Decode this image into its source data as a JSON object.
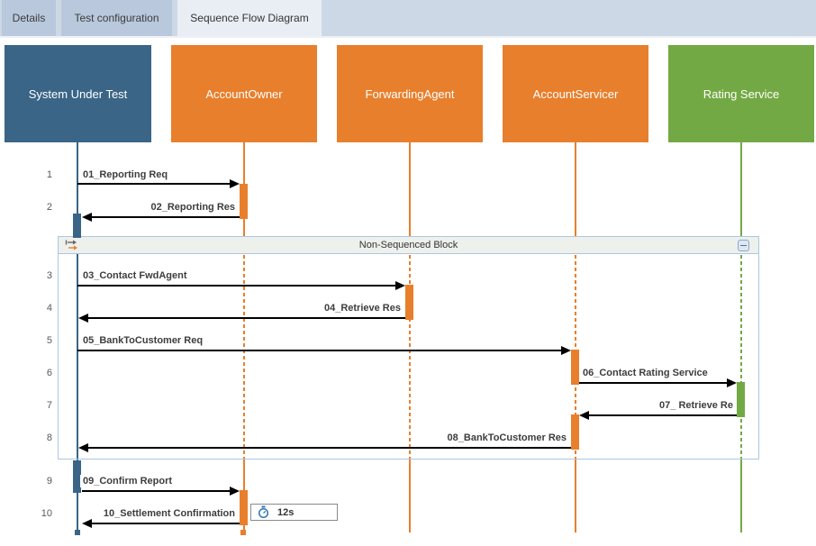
{
  "tabs": {
    "items": [
      {
        "label": "Details",
        "active": false
      },
      {
        "label": "Test configuration",
        "active": false
      },
      {
        "label": "Sequence Flow Diagram",
        "active": true
      }
    ]
  },
  "participants": [
    {
      "name": "System Under Test",
      "color": "#3a6587"
    },
    {
      "name": "AccountOwner",
      "color": "#e87f2c"
    },
    {
      "name": "ForwardingAgent",
      "color": "#e87f2c"
    },
    {
      "name": "AccountServicer",
      "color": "#e87f2c"
    },
    {
      "name": "Rating Service",
      "color": "#73a944"
    }
  ],
  "block": {
    "title": "Non-Sequenced Block",
    "icon": "non-sequenced-arrows-icon",
    "collapse_icon": "minus-box"
  },
  "messages": [
    {
      "row": "1",
      "label": "01_Reporting Req",
      "from": "System Under Test",
      "to": "AccountOwner"
    },
    {
      "row": "2",
      "label": "02_Reporting Res",
      "from": "AccountOwner",
      "to": "System Under Test"
    },
    {
      "row": "3",
      "label": "03_Contact FwdAgent",
      "from": "System Under Test",
      "to": "ForwardingAgent"
    },
    {
      "row": "4",
      "label": "04_Retrieve Res",
      "from": "ForwardingAgent",
      "to": "System Under Test"
    },
    {
      "row": "5",
      "label": "05_BankToCustomer Req",
      "from": "System Under Test",
      "to": "AccountServicer"
    },
    {
      "row": "6",
      "label": "06_Contact Rating Service",
      "from": "AccountServicer",
      "to": "Rating Service"
    },
    {
      "row": "7",
      "label": "07_ Retrieve Re",
      "from": "Rating Service",
      "to": "AccountServicer"
    },
    {
      "row": "8",
      "label": "08_BankToCustomer Res",
      "from": "AccountServicer",
      "to": "System Under Test"
    },
    {
      "row": "9",
      "label": "09_Confirm Report",
      "from": "System Under Test",
      "to": "AccountOwner"
    },
    {
      "row": "10",
      "label": "10_Settlement Confirmation",
      "from": "AccountOwner",
      "to": "System Under Test"
    }
  ],
  "timer": {
    "value": "12s",
    "icon": "stopwatch-icon"
  },
  "colors": {
    "sut_blue": "#3a6587",
    "participant_orange": "#e87f2c",
    "service_green": "#73a944",
    "block_border": "#abc7e1",
    "block_header_bg": "#eef0ec",
    "tab_strip_bg": "#cdd8e6",
    "tab_inactive_bg": "#b9c8dc",
    "tab_active_bg": "#e9eef5",
    "arrow_black": "#000000",
    "timer_icon_blue": "#2e75b6"
  }
}
